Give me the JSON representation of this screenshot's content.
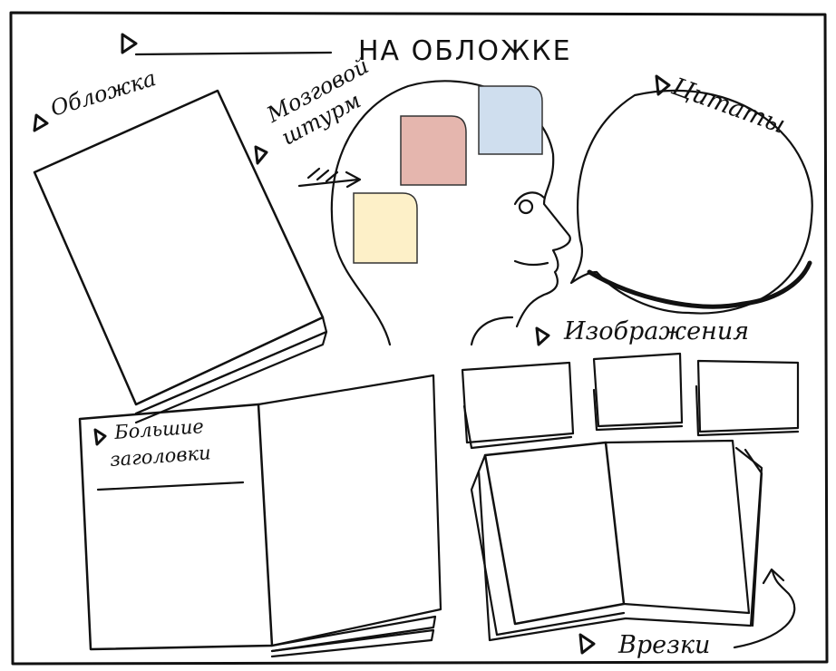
{
  "title": "НА ОБЛОЖКЕ",
  "labels": {
    "cover": "Обложка",
    "brainstorm_line1": "Мозговой",
    "brainstorm_line2": "штурм",
    "quotes": "Цитаты",
    "images": "Изображения",
    "big_headlines_line1": "Большие",
    "big_headlines_line2": "заголовки",
    "sidebars": "Врезки"
  },
  "colors": {
    "note_red": "#e5b6ae",
    "note_blue": "#cfdeee",
    "note_yellow": "#fdf0c8",
    "ink": "#111111"
  }
}
